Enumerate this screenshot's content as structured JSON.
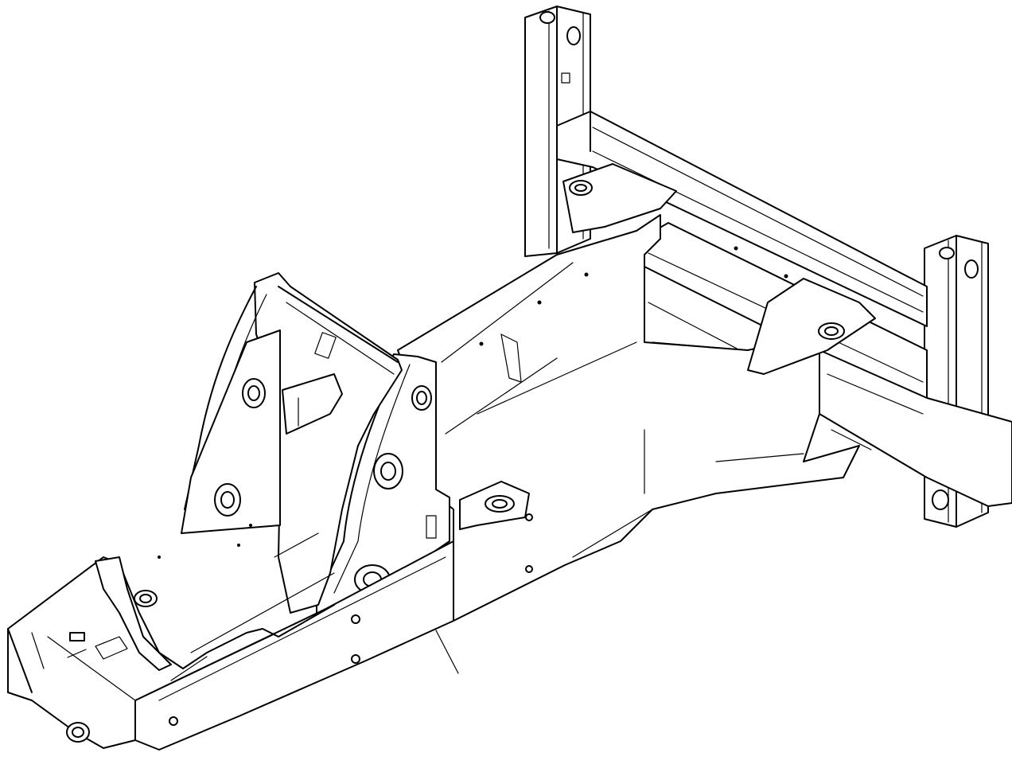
{
  "drawing": {
    "background": "#ffffff",
    "line_color": "#000000",
    "parts": [
      "front-frame-left-rail",
      "front-frame-right-rail",
      "front-frame-bottom-plate",
      "left-loader-tower",
      "right-loader-tower",
      "rear-cross-beam",
      "left-mast-post",
      "right-mast-post",
      "pivot-bosses",
      "leader-line"
    ]
  }
}
